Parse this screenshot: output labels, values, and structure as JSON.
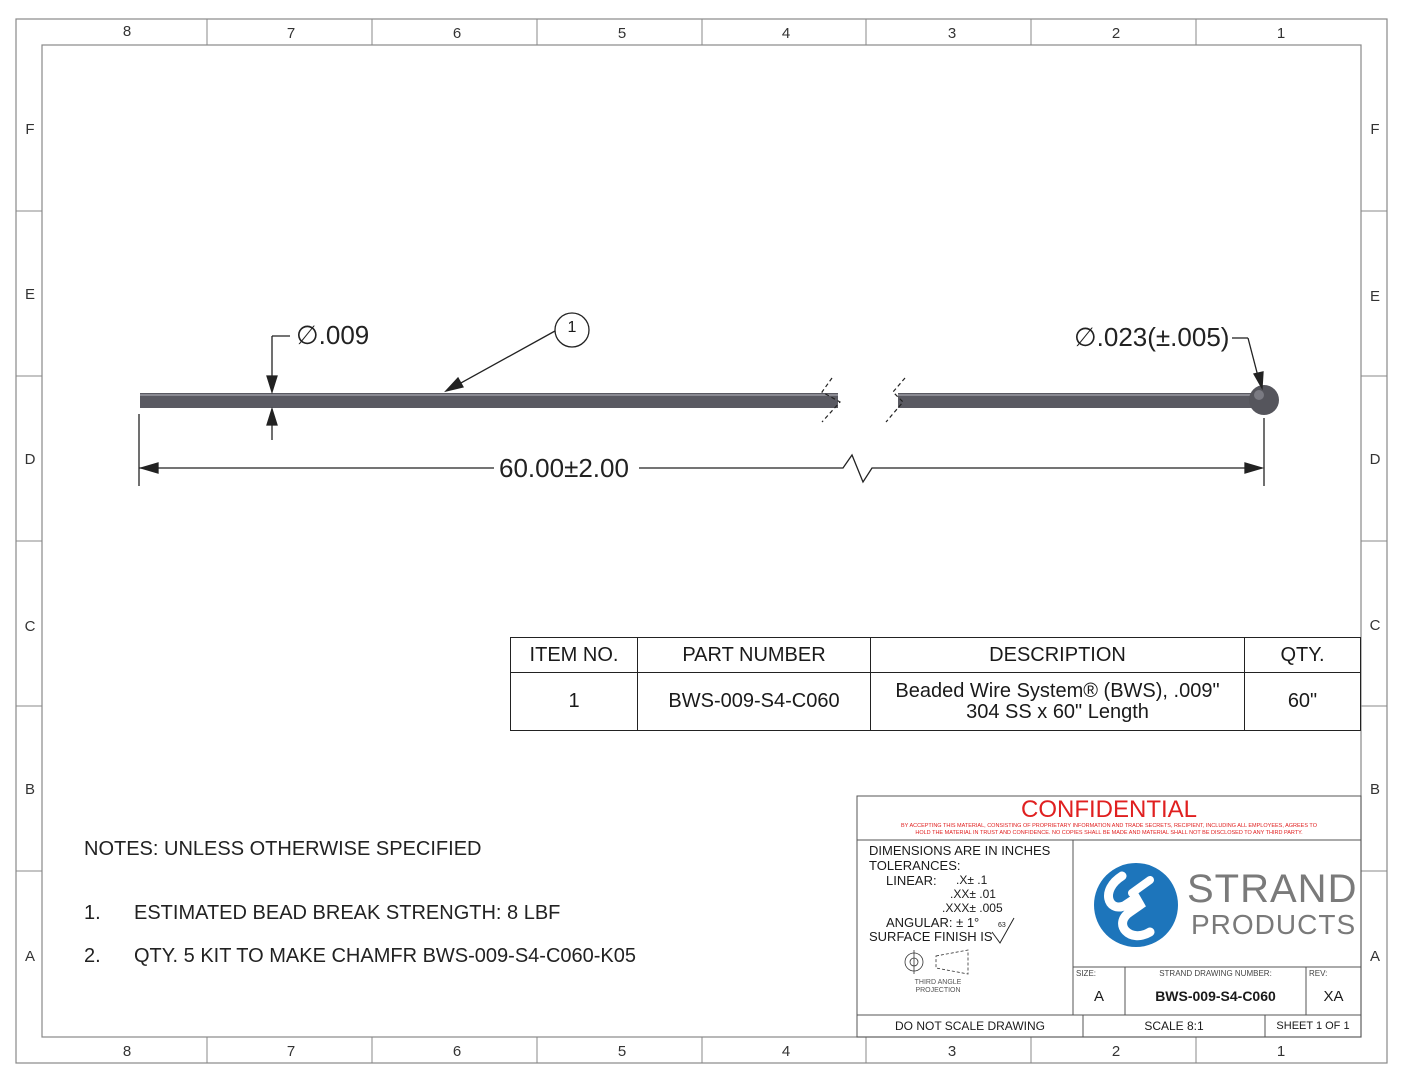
{
  "zones": {
    "columns": [
      "8",
      "7",
      "6",
      "5",
      "4",
      "3",
      "2",
      "1"
    ],
    "rows": [
      "F",
      "E",
      "D",
      "C",
      "B",
      "A"
    ]
  },
  "dimensions": {
    "wire_diameter": "∅.009",
    "bead_diameter": "∅.023(±.005)",
    "length": "60.00±2.00",
    "balloon": "1"
  },
  "bom": {
    "headers": [
      "ITEM NO.",
      "PART NUMBER",
      "DESCRIPTION",
      "QTY."
    ],
    "rows": [
      {
        "item": "1",
        "part_number": "BWS-009-S4-C060",
        "description_line1": "Beaded Wire System® (BWS), .009\"",
        "description_line2": "304 SS x 60\" Length",
        "qty": "60\""
      }
    ]
  },
  "notes": {
    "heading": "NOTES: UNLESS OTHERWISE SPECIFIED",
    "items": [
      {
        "num": "1.",
        "text": "ESTIMATED BEAD BREAK STRENGTH: 8 LBF"
      },
      {
        "num": "2.",
        "text": "QTY. 5 KIT TO MAKE CHAMFR BWS-009-S4-C060-K05"
      }
    ]
  },
  "title_block": {
    "confidential": "CONFIDENTIAL",
    "confidential_line1": "BY ACCEPTING THIS MATERIAL, CONSISTING OF PROPRIETARY INFORMATION AND TRADE SECRETS, RECIPIENT, INCLUDING ALL EMPLOYEES, AGREES TO",
    "confidential_line2": "HOLD THE MATERIAL IN TRUST AND CONFIDENCE.  NO COPIES SHALL BE MADE AND MATERIAL SHALL NOT BE DISCLOSED TO ANY THIRD PARTY.",
    "dims_in_inches": "DIMENSIONS ARE IN INCHES",
    "tolerances": "TOLERANCES:",
    "linear": "LINEAR:",
    "tol_x": ".X± .1",
    "tol_xx": ".XX± .01",
    "tol_xxx": ".XXX± .005",
    "angular": "ANGULAR:  ± 1°",
    "surface_finish": "SURFACE FINISH IS",
    "surface_value": "63",
    "projection_line1": "THIRD ANGLE",
    "projection_line2": "PROJECTION",
    "company_line1": "STRAND",
    "company_line2": "PRODUCTS",
    "size_label": "SIZE:",
    "size_value": "A",
    "drawing_number_label": "STRAND DRAWING NUMBER:",
    "drawing_number": "BWS-009-S4-C060",
    "rev_label": "REV:",
    "rev_value": "XA",
    "do_not_scale": "DO NOT SCALE DRAWING",
    "scale": "SCALE 8:1",
    "sheet": "SHEET 1 OF 1"
  },
  "colors": {
    "confidential": "#e02020",
    "logo_blue": "#1d75bb",
    "company_text": "#7a7a7a",
    "wire": "#5a5a62"
  }
}
